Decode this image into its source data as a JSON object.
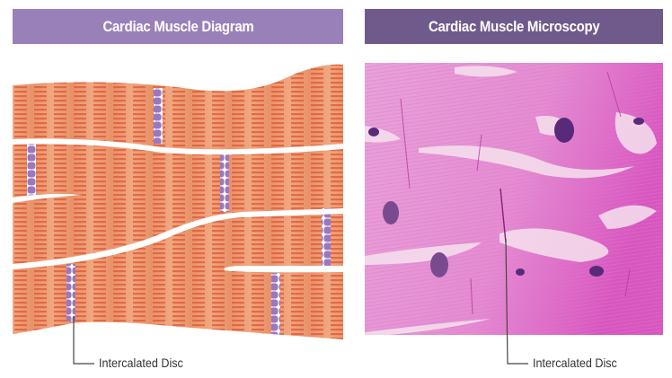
{
  "panels": {
    "diagram": {
      "title": "Cardiac Muscle Diagram",
      "label": "Intercalated Disc"
    },
    "microscopy": {
      "title": "Cardiac Muscle Microscopy",
      "label": "Intercalated Disc"
    }
  },
  "colors": {
    "header_left": "#9a80b9",
    "header_right": "#6f5a8b",
    "muscle": "#ec9a72",
    "striation": "#e0603d",
    "disc": "#9a78bf",
    "tissue": "#e48ad2"
  }
}
